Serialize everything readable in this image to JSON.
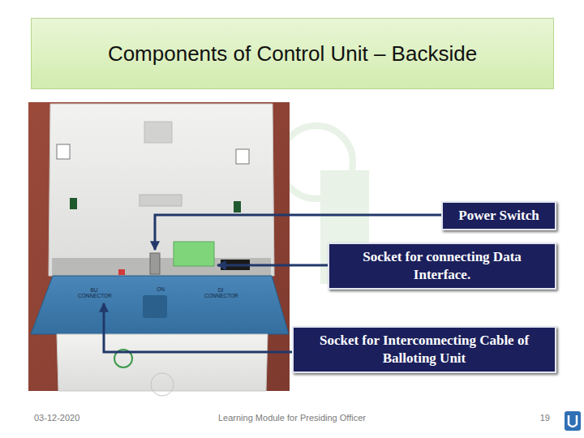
{
  "diagram": {
    "title": "Components of Control Unit – Backside",
    "nodes": [
      {
        "text": [
          "Power Switch"
        ]
      },
      {
        "text": [
          "Socket for connecting Data Interface."
        ]
      },
      {
        "text": [
          "Socket for Interconnecting Cable of Balloting Unit"
        ]
      }
    ],
    "labels": [
      "BU CONNECTOR",
      "ON",
      "DI CONNECTOR",
      "03-12-2020",
      "Learning Module for Presiding Officer",
      "19"
    ]
  }
}
